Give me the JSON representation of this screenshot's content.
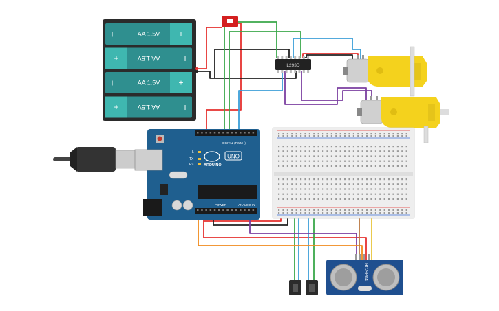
{
  "battery_pack": {
    "cells": [
      {
        "label": "AA 1.5V",
        "minus": "I",
        "plus": "+",
        "flipped": false
      },
      {
        "label": "AA 1.5V",
        "minus": "I",
        "plus": "+",
        "flipped": true
      },
      {
        "label": "AA 1.5V",
        "minus": "I",
        "plus": "+",
        "flipped": false
      },
      {
        "label": "AA 1.5V",
        "minus": "I",
        "plus": "+",
        "flipped": true
      }
    ],
    "case_color": "#2b2b2b",
    "cell_color": "#2f8f8f",
    "terminal_color": "#3fb7b0"
  },
  "driver_chip": {
    "label": "L293D"
  },
  "arduino": {
    "brand": "ARDUINO",
    "model": "UNO",
    "digital_label": "DIGITAL (PWM~)",
    "power_label": "POWER",
    "analog_label": "ANALOG IN",
    "tx": "TX",
    "rx": "RX",
    "l": "L",
    "board_color": "#1f5f8f"
  },
  "sensor": {
    "label": "HC-SR04",
    "board_color": "#1f4f8f"
  },
  "motors": {
    "body_color": "#f4d21d"
  },
  "switch": {
    "color": "#d42020"
  },
  "wire_colors": {
    "red": "#e5312f",
    "black": "#222222",
    "green": "#3aa84a",
    "blue": "#3b9ed8",
    "purple": "#7b3fa0",
    "orange": "#f08a1c",
    "brown": "#b9773f",
    "yellow": "#e8c43a",
    "teal": "#2aa8a8"
  }
}
